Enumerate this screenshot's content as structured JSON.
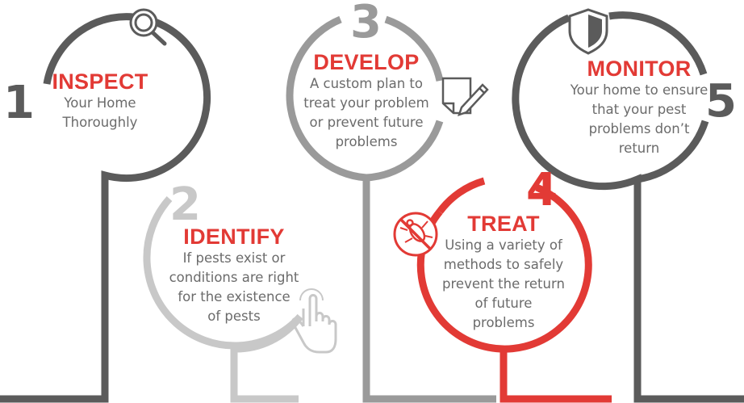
{
  "colors": {
    "dark": "#5b5b5b",
    "mid": "#9a9a9a",
    "light": "#c8c8c8",
    "red": "#e23a35",
    "text": "#6b6b6b"
  },
  "steps": [
    {
      "number": "1",
      "title": "INSPECT",
      "lines": [
        "Your Home",
        "Thoroughly"
      ],
      "icon": "magnifier-icon"
    },
    {
      "number": "2",
      "title": "IDENTIFY",
      "lines": [
        "If pests exist or",
        "conditions are right",
        "for the existence",
        "of pests"
      ],
      "icon": "pointing-hand-icon"
    },
    {
      "number": "3",
      "title": "DEVELOP",
      "lines": [
        "A custom plan to",
        "treat your problem",
        "or prevent future",
        "problems"
      ],
      "icon": "document-pencil-icon"
    },
    {
      "number": "4",
      "title": "TREAT",
      "lines": [
        "Using a variety of",
        "methods to safely",
        "prevent the return",
        "of future",
        "problems"
      ],
      "icon": "no-bug-icon"
    },
    {
      "number": "5",
      "title": "MONITOR",
      "lines": [
        "Your home to ensure",
        "that your pest",
        "problems don’t",
        "return"
      ],
      "icon": "shield-icon"
    }
  ]
}
